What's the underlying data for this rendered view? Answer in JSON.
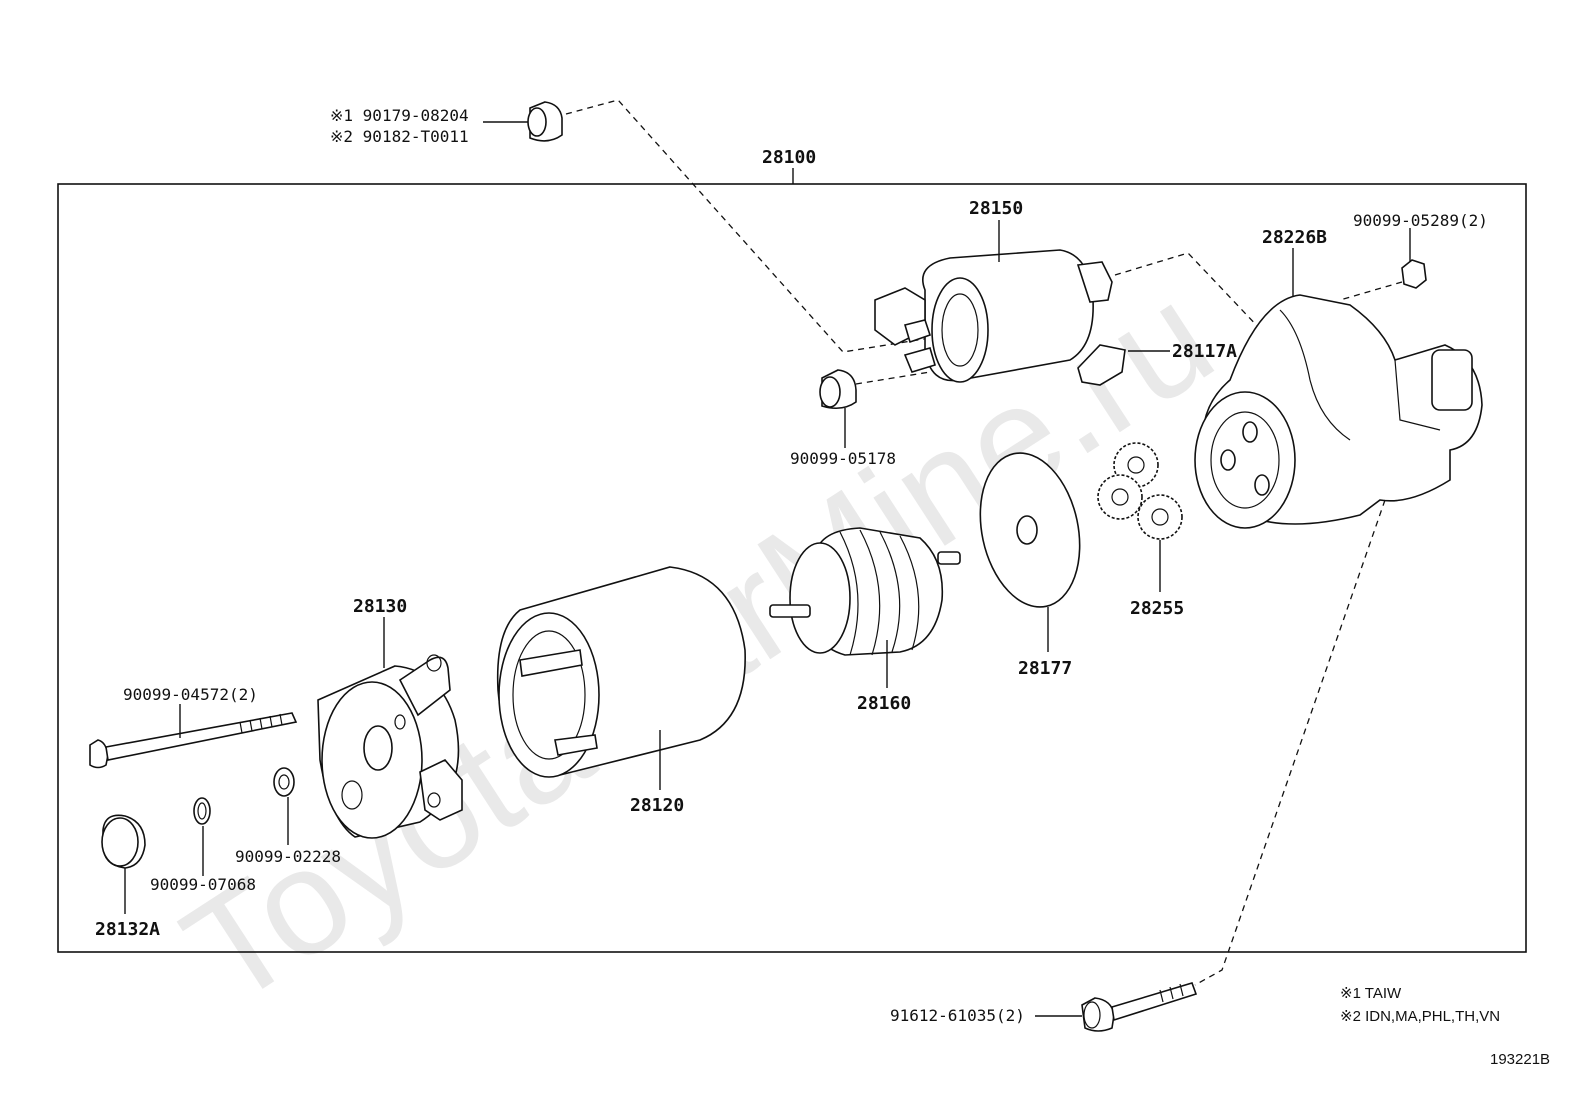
{
  "watermark": "ToyotaCarMine.ru",
  "assembly_label": "28100",
  "callouts": {
    "c_90179": "※1 90179-08204",
    "c_90182": "※2 90182-T0011",
    "c_28150": "28150",
    "c_28226B": "28226B",
    "c_90099_05289": "90099-05289(2)",
    "c_28117A": "28117A",
    "c_90099_05178": "90099-05178",
    "c_28255": "28255",
    "c_28177": "28177",
    "c_28160": "28160",
    "c_28130": "28130",
    "c_28120": "28120",
    "c_90099_04572": "90099-04572(2)",
    "c_90099_02228": "90099-02228",
    "c_90099_07068": "90099-07068",
    "c_28132A": "28132A",
    "c_91612_61035": "91612-61035(2)"
  },
  "notes": {
    "n1": "※1 TAIW",
    "n2": "※2 IDN,MA,PHL,TH,VN"
  },
  "figure_id": "193221B"
}
